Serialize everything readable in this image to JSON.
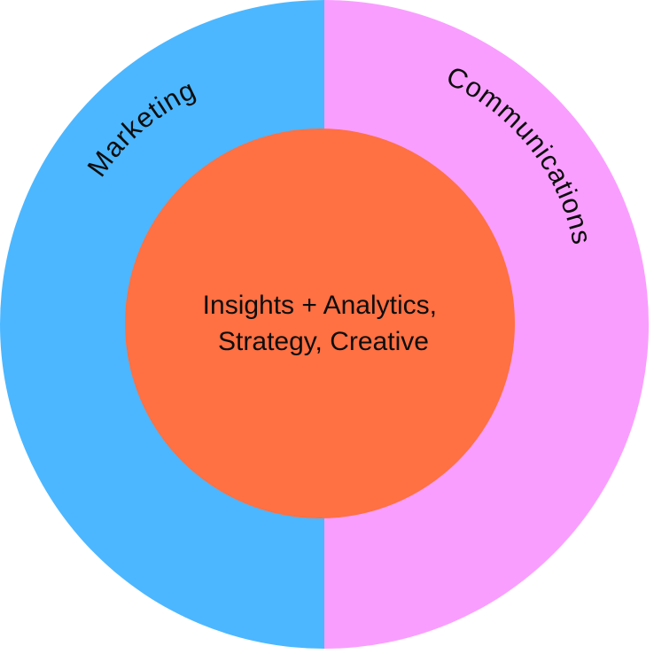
{
  "diagram": {
    "outer_left": {
      "label": "Marketing",
      "color": "#4cb7ff"
    },
    "outer_right": {
      "label": "Communications",
      "color": "#f99eff"
    },
    "center": {
      "lines": [
        "Insights + Analytics,",
        "Strategy, Creative"
      ],
      "color": "#ff7043"
    },
    "text_color": "#0d0d0d"
  }
}
